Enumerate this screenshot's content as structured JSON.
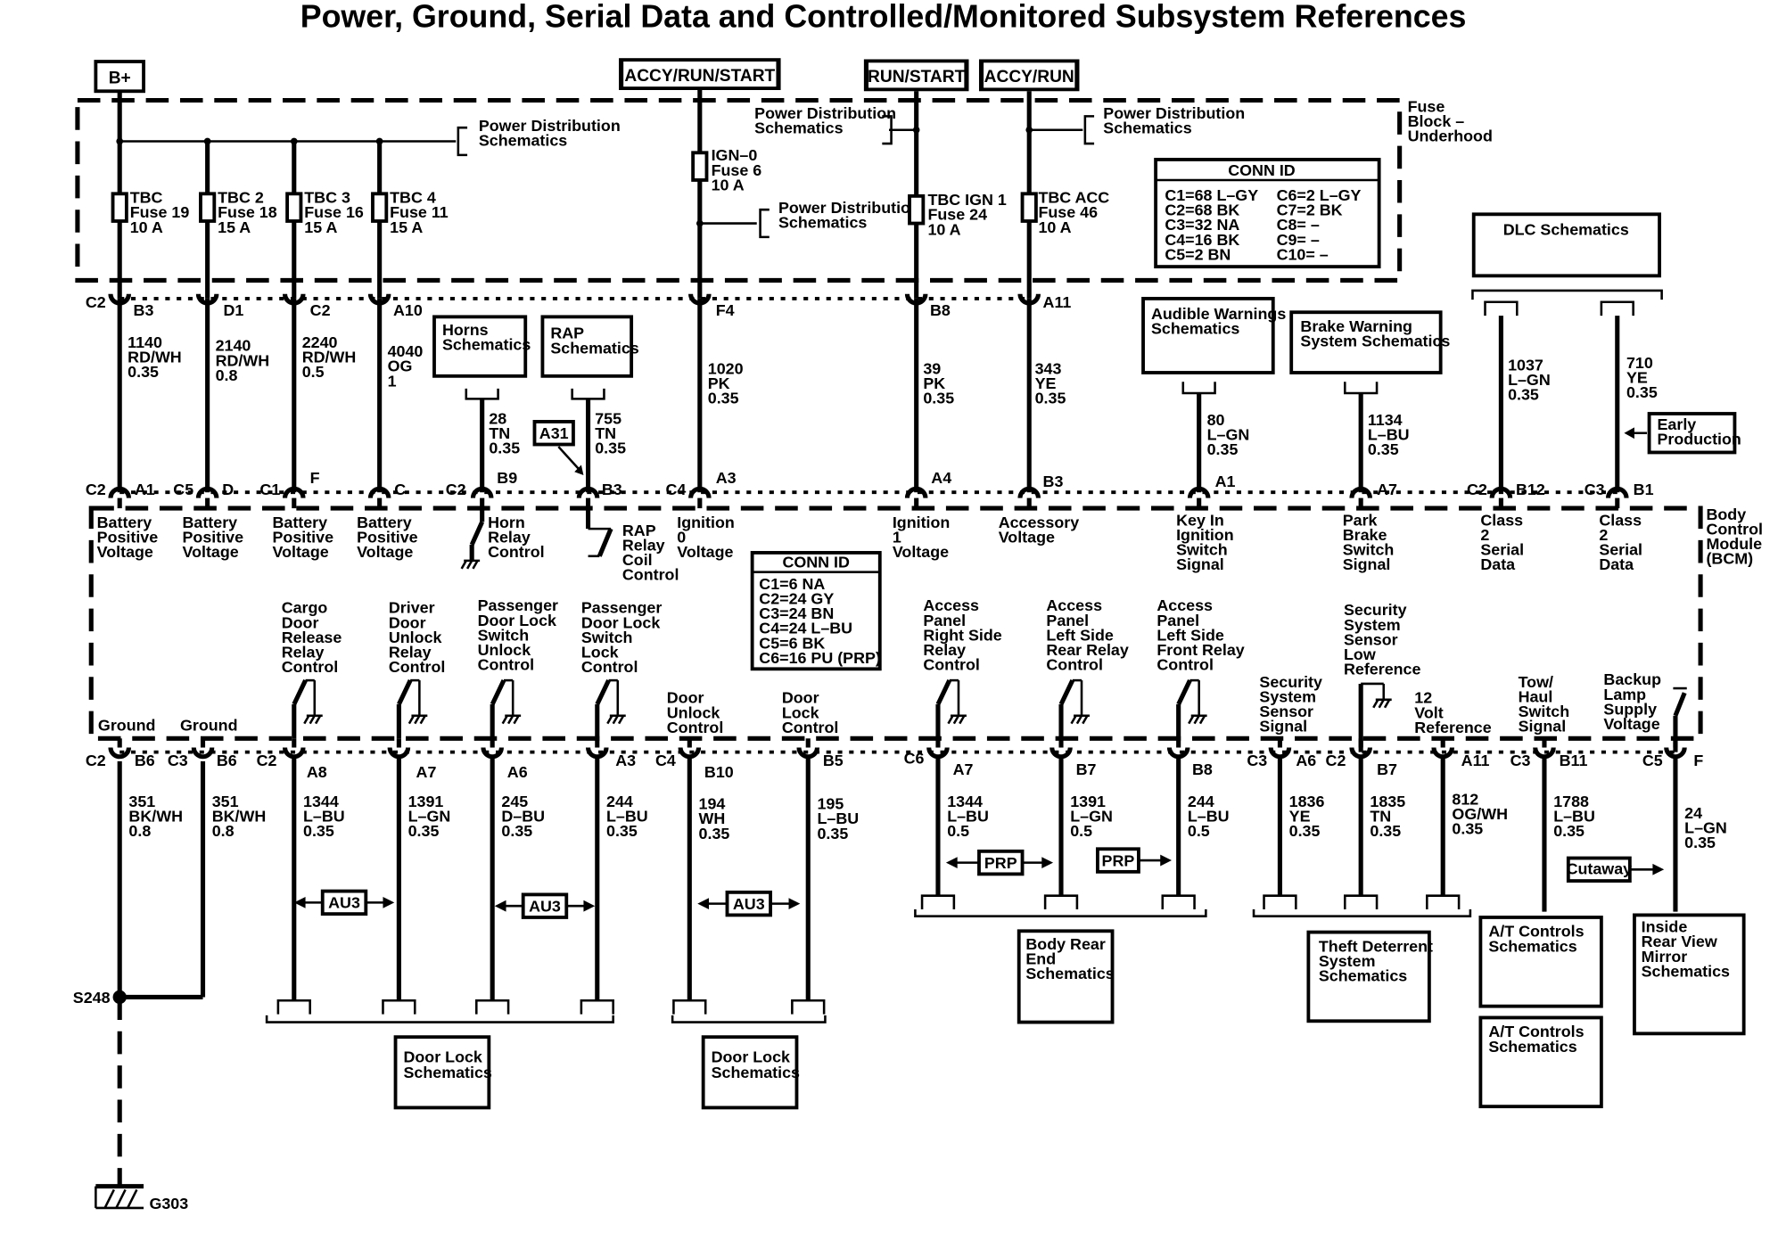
{
  "title": "Power, Ground, Serial Data and Controlled/Monitored Subsystem References",
  "power_labels": [
    "B+",
    "ACCY/RUN/START",
    "RUN/START",
    "ACCY/RUN"
  ],
  "fuse_block": {
    "name": [
      "Fuse",
      "Block –",
      "Underhood"
    ]
  },
  "pds_refs": [
    [
      "Power Distribution",
      "Schematics"
    ],
    [
      "Power Distribution",
      "Schematics"
    ],
    [
      "Power Distribution",
      "Schematics"
    ],
    [
      "Power Distribution",
      "Schematics"
    ]
  ],
  "fuses": [
    {
      "lines": [
        "TBC",
        "Fuse 19",
        "10 A"
      ]
    },
    {
      "lines": [
        "TBC 2",
        "Fuse 18",
        "15 A"
      ]
    },
    {
      "lines": [
        "TBC 3",
        "Fuse 16",
        "15 A"
      ]
    },
    {
      "lines": [
        "TBC 4",
        "Fuse 11",
        "15 A"
      ]
    },
    {
      "lines": [
        "IGN–0",
        "Fuse 6",
        "10 A"
      ]
    },
    {
      "lines": [
        "TBC IGN 1",
        "Fuse 24",
        "10 A"
      ]
    },
    {
      "lines": [
        "TBC ACC",
        "Fuse 46",
        "10 A"
      ]
    }
  ],
  "conn_id_fuse": {
    "header": "CONN ID",
    "left": [
      "C1=68 L–GY",
      "C2=68 BK",
      "C3=32 NA",
      "C4=16 BK",
      "C5=2 BN"
    ],
    "right": [
      "C6=2 L–GY",
      "C7=2 BK",
      "C8= –",
      "C9= –",
      "C10= –"
    ]
  },
  "conn_id_bcm": {
    "header": "CONN ID",
    "rows": [
      "C1=6 NA",
      "C2=24 GY",
      "C3=24 BN",
      "C4=24 L–BU",
      "C5=6 BK",
      "C6=16 PU (PRP)"
    ]
  },
  "top_pins": [
    "C2",
    "B3",
    "D1",
    "C2",
    "A10",
    "F4",
    "B8",
    "A11"
  ],
  "top_wires": [
    [
      "1140",
      "RD/WH",
      "0.35"
    ],
    [
      "2140",
      "RD/WH",
      "0.8"
    ],
    [
      "2240",
      "RD/WH",
      "0.5"
    ],
    [
      "4040",
      "OG",
      "1"
    ],
    [
      "28",
      "TN",
      "0.35"
    ],
    [
      "755",
      "TN",
      "0.35"
    ],
    [
      "1020",
      "PK",
      "0.35"
    ],
    [
      "39",
      "PK",
      "0.35"
    ],
    [
      "343",
      "YE",
      "0.35"
    ],
    [
      "80",
      "L–GN",
      "0.35"
    ],
    [
      "1134",
      "L–BU",
      "0.35"
    ],
    [
      "1037",
      "L–GN",
      "0.35"
    ],
    [
      "710",
      "YE",
      "0.35"
    ]
  ],
  "top_refs": [
    [
      "Horns",
      "Schematics"
    ],
    [
      "RAP",
      "Schematics"
    ],
    [
      "Audible Warnings",
      "Schematics"
    ],
    [
      "Brake Warning",
      "System Schematics"
    ],
    [
      "DLC Schematics"
    ]
  ],
  "tags": {
    "a31": "A31",
    "early": [
      "Early",
      "Production"
    ],
    "au3": "AU3",
    "prp": "PRP",
    "cutaway": "Cutaway"
  },
  "bcm_pins_top": [
    [
      "C2",
      "A1"
    ],
    [
      "C5",
      "D"
    ],
    [
      "C1",
      "F"
    ],
    [
      "",
      "C"
    ],
    [
      "C2",
      "B9"
    ],
    [
      "",
      "B3"
    ],
    [
      "C4",
      "A3"
    ],
    [
      "",
      "A4"
    ],
    [
      "",
      "B3"
    ],
    [
      "",
      "A1"
    ],
    [
      "",
      "A7"
    ],
    [
      "C2",
      "B12"
    ],
    [
      "C3",
      "B1"
    ]
  ],
  "bcm_in_labels": [
    [
      "Battery",
      "Positive",
      "Voltage"
    ],
    [
      "Battery",
      "Positive",
      "Voltage"
    ],
    [
      "Battery",
      "Positive",
      "Voltage"
    ],
    [
      "Battery",
      "Positive",
      "Voltage"
    ],
    [
      "Horn",
      "Relay",
      "Control"
    ],
    [
      "RAP",
      "Relay",
      "Coil",
      "Control"
    ],
    [
      "Ignition",
      "0",
      "Voltage"
    ],
    [
      "Ignition",
      "1",
      "Voltage"
    ],
    [
      "Accessory",
      "Voltage"
    ],
    [
      "Key In",
      "Ignition",
      "Switch",
      "Signal"
    ],
    [
      "Park",
      "Brake",
      "Switch",
      "Signal"
    ],
    [
      "Class",
      "2",
      "Serial",
      "Data"
    ],
    [
      "Class",
      "2",
      "Serial",
      "Data"
    ]
  ],
  "bcm_name": [
    "Body",
    "Control",
    "Module",
    "(BCM)"
  ],
  "bcm_out_labels": [
    [
      "Ground"
    ],
    [
      "Ground"
    ],
    [
      "Cargo",
      "Door",
      "Release",
      "Relay",
      "Control"
    ],
    [
      "Driver",
      "Door",
      "Unlock",
      "Relay",
      "Control"
    ],
    [
      "Passenger",
      "Door Lock",
      "Switch",
      "Unlock",
      "Control"
    ],
    [
      "Passenger",
      "Door Lock",
      "Switch",
      "Lock",
      "Control"
    ],
    [
      "Door",
      "Unlock",
      "Control"
    ],
    [
      "Door",
      "Lock",
      "Control"
    ],
    [
      "Access",
      "Panel",
      "Right Side",
      "Relay",
      "Control"
    ],
    [
      "Access",
      "Panel",
      "Left Side",
      "Rear Relay",
      "Control"
    ],
    [
      "Access",
      "Panel",
      "Left Side",
      "Front Relay",
      "Control"
    ],
    [
      "Security",
      "System",
      "Sensor",
      "Signal"
    ],
    [
      "Security",
      "System",
      "Sensor",
      "Low",
      "Reference"
    ],
    [
      "12",
      "Volt",
      "Reference"
    ],
    [
      "Tow/",
      "Haul",
      "Switch",
      "Signal"
    ],
    [
      "Backup",
      "Lamp",
      "Supply",
      "Voltage"
    ]
  ],
  "bcm_pins_bottom": [
    [
      "C2",
      "B6"
    ],
    [
      "C3",
      "B6"
    ],
    [
      "C2",
      "A8"
    ],
    [
      "",
      "A7"
    ],
    [
      "",
      "A6"
    ],
    [
      "",
      "A3"
    ],
    [
      "C4",
      "B10"
    ],
    [
      "",
      "B5"
    ],
    [
      "C6",
      "A7"
    ],
    [
      "",
      "B7"
    ],
    [
      "",
      "B8"
    ],
    [
      "C3",
      "A6"
    ],
    [
      "C2",
      "B7"
    ],
    [
      "",
      "A11"
    ],
    [
      "C3",
      "B11"
    ],
    [
      "C5",
      "F"
    ]
  ],
  "bottom_wires": [
    [
      "351",
      "BK/WH",
      "0.8"
    ],
    [
      "351",
      "BK/WH",
      "0.8"
    ],
    [
      "1344",
      "L–BU",
      "0.35"
    ],
    [
      "1391",
      "L–GN",
      "0.35"
    ],
    [
      "245",
      "D–BU",
      "0.35"
    ],
    [
      "244",
      "L–BU",
      "0.35"
    ],
    [
      "194",
      "WH",
      "0.35"
    ],
    [
      "195",
      "L–BU",
      "0.35"
    ],
    [
      "1344",
      "L–BU",
      "0.5"
    ],
    [
      "1391",
      "L–GN",
      "0.5"
    ],
    [
      "244",
      "L–BU",
      "0.5"
    ],
    [
      "1836",
      "YE",
      "0.35"
    ],
    [
      "1835",
      "TN",
      "0.35"
    ],
    [
      "812",
      "OG/WH",
      "0.35"
    ],
    [
      "1788",
      "L–BU",
      "0.35"
    ],
    [
      "24",
      "L–GN",
      "0.35"
    ]
  ],
  "bottom_refs": [
    [
      "Door Lock",
      "Schematics"
    ],
    [
      "Door Lock",
      "Schematics"
    ],
    [
      "Body Rear",
      "End",
      "Schematics"
    ],
    [
      "Theft Deterrent",
      "System",
      "Schematics"
    ],
    [
      "A/T Controls",
      "Schematics"
    ],
    [
      "A/T Controls",
      "Schematics"
    ],
    [
      "Inside",
      "Rear View",
      "Mirror",
      "Schematics"
    ]
  ],
  "splice": "S248",
  "ground": "G303"
}
